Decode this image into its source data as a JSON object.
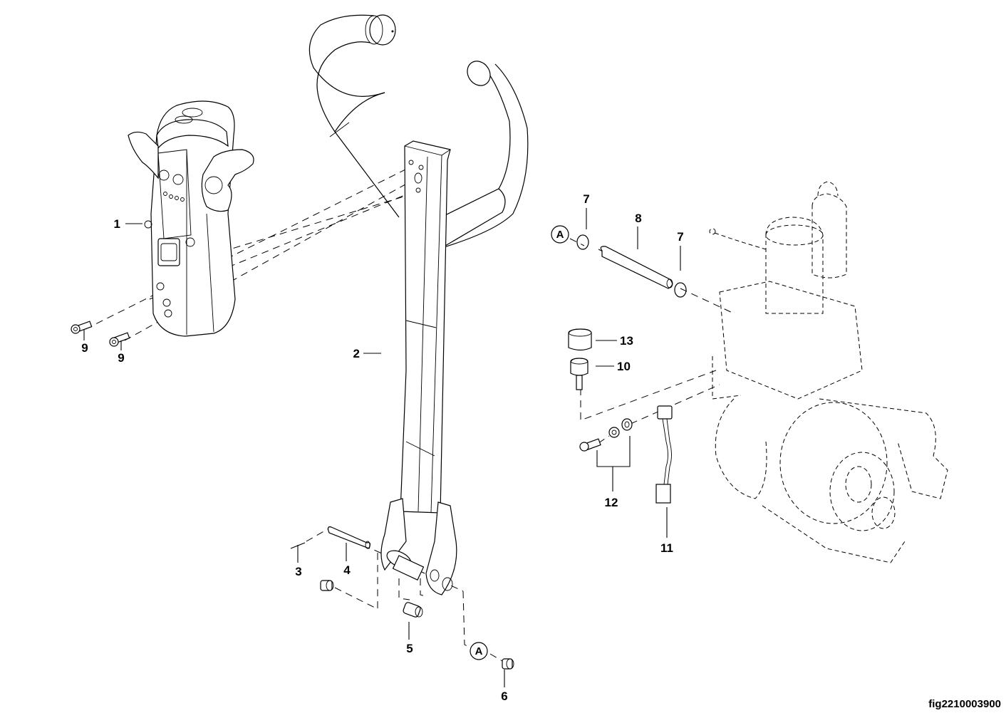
{
  "figure": {
    "id": "fig2210003900",
    "type": "exploded parts diagram"
  },
  "callouts": [
    {
      "label": "1",
      "part": "control-head"
    },
    {
      "label": "2",
      "part": "tiller-arm"
    },
    {
      "label": "3",
      "part": "roll-pin"
    },
    {
      "label": "4",
      "part": "pivot-pin"
    },
    {
      "label": "5",
      "part": "bushing"
    },
    {
      "label": "6",
      "part": "bushing"
    },
    {
      "label": "7",
      "part": "retaining-ring"
    },
    {
      "label": "7",
      "part": "retaining-ring"
    },
    {
      "label": "8",
      "part": "shaft"
    },
    {
      "label": "9",
      "part": "socket-head-screw"
    },
    {
      "label": "9",
      "part": "socket-head-screw"
    },
    {
      "label": "10",
      "part": "bumper"
    },
    {
      "label": "11",
      "part": "sensor-harness"
    },
    {
      "label": "12",
      "part": "screw-washer-set"
    },
    {
      "label": "13",
      "part": "bumper-cap"
    }
  ],
  "reference_markers": [
    {
      "letter": "A"
    },
    {
      "letter": "A"
    }
  ]
}
